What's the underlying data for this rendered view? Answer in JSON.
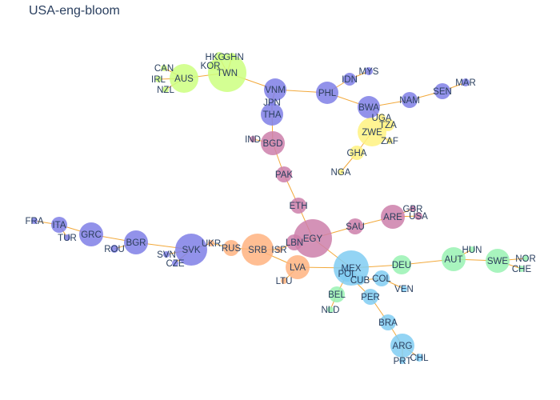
{
  "title": "USA-eng-bloom",
  "colors": {
    "green": "#ccff80",
    "purple": "#7f7fe6",
    "yellow": "#fff280",
    "pink": "#cc7faa",
    "orange": "#ffb380",
    "blue": "#80ccf2",
    "mint": "#99f2b3",
    "edge": "#f2a93b",
    "text": "#2a3f5f"
  },
  "nodes": [
    {
      "id": "HKG",
      "label": "HKG",
      "color": "green"
    },
    {
      "id": "GHN",
      "label": "GHN",
      "color": "green"
    },
    {
      "id": "KOR",
      "label": "KOR",
      "color": "green"
    },
    {
      "id": "CAN",
      "label": "CAN",
      "color": "green"
    },
    {
      "id": "AUS",
      "label": "AUS",
      "color": "green"
    },
    {
      "id": "TWN",
      "label": "TWN",
      "color": "green"
    },
    {
      "id": "IRL",
      "label": "IRL",
      "color": "green"
    },
    {
      "id": "NZL",
      "label": "NZL",
      "color": "green"
    },
    {
      "id": "VNM",
      "label": "VNM",
      "color": "purple"
    },
    {
      "id": "JPN",
      "label": "JPN",
      "color": "purple"
    },
    {
      "id": "THA",
      "label": "THA",
      "color": "purple"
    },
    {
      "id": "PHL",
      "label": "PHL",
      "color": "purple"
    },
    {
      "id": "IDN",
      "label": "IDN",
      "color": "purple"
    },
    {
      "id": "MYS",
      "label": "MYS",
      "color": "purple"
    },
    {
      "id": "BWA",
      "label": "BWA",
      "color": "purple"
    },
    {
      "id": "NAM",
      "label": "NAM",
      "color": "purple"
    },
    {
      "id": "SEN",
      "label": "SEN",
      "color": "purple"
    },
    {
      "id": "MAR",
      "label": "MAR",
      "color": "purple"
    },
    {
      "id": "UGA",
      "label": "UGA",
      "color": "yellow"
    },
    {
      "id": "TZA",
      "label": "TZA",
      "color": "yellow"
    },
    {
      "id": "ZWE",
      "label": "ZWE",
      "color": "yellow"
    },
    {
      "id": "ZAF",
      "label": "ZAF",
      "color": "yellow"
    },
    {
      "id": "GHA",
      "label": "GHA",
      "color": "yellow"
    },
    {
      "id": "NGA",
      "label": "NGA",
      "color": "yellow"
    },
    {
      "id": "IND",
      "label": "IND",
      "color": "pink"
    },
    {
      "id": "BGD",
      "label": "BGD",
      "color": "pink"
    },
    {
      "id": "PAK",
      "label": "PAK",
      "color": "pink"
    },
    {
      "id": "ETH",
      "label": "ETH",
      "color": "pink"
    },
    {
      "id": "EGY",
      "label": "EGY",
      "color": "pink"
    },
    {
      "id": "LBN",
      "label": "LBN",
      "color": "pink"
    },
    {
      "id": "SAU",
      "label": "SAU",
      "color": "pink"
    },
    {
      "id": "ARE",
      "label": "ARE",
      "color": "pink"
    },
    {
      "id": "GBR",
      "label": "GBR",
      "color": "pink"
    },
    {
      "id": "USA",
      "label": "USA",
      "color": "pink"
    },
    {
      "id": "FRA",
      "label": "FRA",
      "color": "purple"
    },
    {
      "id": "ITA",
      "label": "ITA",
      "color": "purple"
    },
    {
      "id": "TUR",
      "label": "TUR",
      "color": "purple"
    },
    {
      "id": "GRC",
      "label": "GRC",
      "color": "purple"
    },
    {
      "id": "BGR",
      "label": "BGR",
      "color": "purple"
    },
    {
      "id": "ROU",
      "label": "ROU",
      "color": "purple"
    },
    {
      "id": "SVK",
      "label": "SVK",
      "color": "purple"
    },
    {
      "id": "SVN",
      "label": "SVN",
      "color": "purple"
    },
    {
      "id": "CZE",
      "label": "CZE",
      "color": "purple"
    },
    {
      "id": "UKR",
      "label": "UKR",
      "color": "orange"
    },
    {
      "id": "RUS",
      "label": "RUS",
      "color": "orange"
    },
    {
      "id": "SRB",
      "label": "SRB",
      "color": "orange"
    },
    {
      "id": "ISR",
      "label": "ISR",
      "color": "orange"
    },
    {
      "id": "LVA",
      "label": "LVA",
      "color": "orange"
    },
    {
      "id": "LTU",
      "label": "LTU",
      "color": "orange"
    },
    {
      "id": "MEX",
      "label": "MEX",
      "color": "blue"
    },
    {
      "id": "POL",
      "label": "POL",
      "color": "blue"
    },
    {
      "id": "CUB",
      "label": "CUB",
      "color": "blue"
    },
    {
      "id": "COL",
      "label": "COL",
      "color": "blue"
    },
    {
      "id": "VEN",
      "label": "VEN",
      "color": "blue"
    },
    {
      "id": "PER",
      "label": "PER",
      "color": "blue"
    },
    {
      "id": "BRA",
      "label": "BRA",
      "color": "blue"
    },
    {
      "id": "ARG",
      "label": "ARG",
      "color": "blue"
    },
    {
      "id": "PRT",
      "label": "PRT",
      "color": "blue"
    },
    {
      "id": "CHL",
      "label": "CHL",
      "color": "blue"
    },
    {
      "id": "BEL",
      "label": "BEL",
      "color": "mint"
    },
    {
      "id": "NLD",
      "label": "NLD",
      "color": "mint"
    },
    {
      "id": "DEU",
      "label": "DEU",
      "color": "mint"
    },
    {
      "id": "AUT",
      "label": "AUT",
      "color": "mint"
    },
    {
      "id": "HUN",
      "label": "HUN",
      "color": "mint"
    },
    {
      "id": "SWE",
      "label": "SWE",
      "color": "mint"
    },
    {
      "id": "NOR",
      "label": "NOR",
      "color": "mint"
    },
    {
      "id": "CHE",
      "label": "CHE",
      "color": "mint"
    }
  ],
  "edges": [
    [
      "AUS",
      "TWN"
    ],
    [
      "CAN",
      "AUS"
    ],
    [
      "IRL",
      "AUS"
    ],
    [
      "NZL",
      "AUS"
    ],
    [
      "KOR",
      "TWN"
    ],
    [
      "HKG",
      "TWN"
    ],
    [
      "GHN",
      "TWN"
    ],
    [
      "TWN",
      "VNM"
    ],
    [
      "VNM",
      "PHL"
    ],
    [
      "VNM",
      "JPN"
    ],
    [
      "JPN",
      "THA"
    ],
    [
      "THA",
      "BGD"
    ],
    [
      "IND",
      "BGD"
    ],
    [
      "PHL",
      "IDN"
    ],
    [
      "IDN",
      "MYS"
    ],
    [
      "PHL",
      "BWA"
    ],
    [
      "BWA",
      "NAM"
    ],
    [
      "NAM",
      "SEN"
    ],
    [
      "SEN",
      "MAR"
    ],
    [
      "BWA",
      "UGA"
    ],
    [
      "UGA",
      "TZA"
    ],
    [
      "TZA",
      "ZWE"
    ],
    [
      "ZWE",
      "ZAF"
    ],
    [
      "ZWE",
      "GHA"
    ],
    [
      "GHA",
      "NGA"
    ],
    [
      "BGD",
      "PAK"
    ],
    [
      "PAK",
      "ETH"
    ],
    [
      "ETH",
      "EGY"
    ],
    [
      "EGY",
      "LBN"
    ],
    [
      "EGY",
      "SAU"
    ],
    [
      "SAU",
      "ARE"
    ],
    [
      "ARE",
      "GBR"
    ],
    [
      "ARE",
      "USA"
    ],
    [
      "LBN",
      "ISR"
    ],
    [
      "ISR",
      "SRB"
    ],
    [
      "SRB",
      "RUS"
    ],
    [
      "RUS",
      "UKR"
    ],
    [
      "UKR",
      "SVK"
    ],
    [
      "SVK",
      "SVN"
    ],
    [
      "SVK",
      "CZE"
    ],
    [
      "SVK",
      "BGR"
    ],
    [
      "BGR",
      "ROU"
    ],
    [
      "BGR",
      "GRC"
    ],
    [
      "GRC",
      "ITA"
    ],
    [
      "ITA",
      "FRA"
    ],
    [
      "ITA",
      "TUR"
    ],
    [
      "SRB",
      "LVA"
    ],
    [
      "LVA",
      "LTU"
    ],
    [
      "LVA",
      "MEX"
    ],
    [
      "EGY",
      "MEX"
    ],
    [
      "MEX",
      "POL"
    ],
    [
      "MEX",
      "CUB"
    ],
    [
      "CUB",
      "COL"
    ],
    [
      "COL",
      "VEN"
    ],
    [
      "MEX",
      "DEU"
    ],
    [
      "DEU",
      "AUT"
    ],
    [
      "AUT",
      "HUN"
    ],
    [
      "AUT",
      "SWE"
    ],
    [
      "SWE",
      "NOR"
    ],
    [
      "SWE",
      "CHE"
    ],
    [
      "POL",
      "BEL"
    ],
    [
      "BEL",
      "NLD"
    ],
    [
      "POL",
      "PER"
    ],
    [
      "PER",
      "BRA"
    ],
    [
      "BRA",
      "ARG"
    ],
    [
      "ARG",
      "PRT"
    ],
    [
      "ARG",
      "CHL"
    ]
  ]
}
